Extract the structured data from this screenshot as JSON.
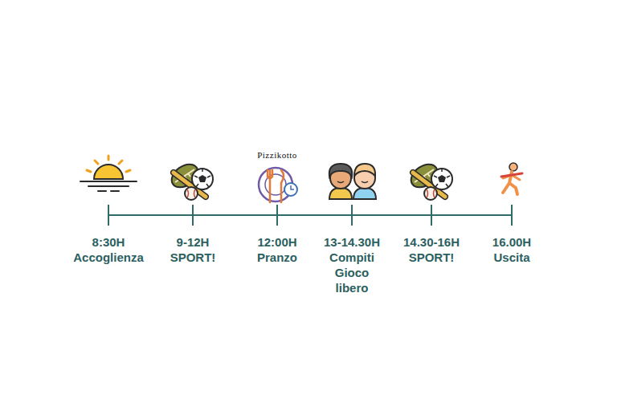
{
  "diagram": {
    "labels": [
      "Pizzikotto",
      "8:30H",
      "Accoglienza",
      "9-12H",
      "SPORT!",
      "12:00H",
      "Pranzo",
      "13-14.30H",
      "Compiti Gioco libero",
      "14.30-16H",
      "SPORT!",
      "16.00H",
      "Uscita"
    ]
  }
}
